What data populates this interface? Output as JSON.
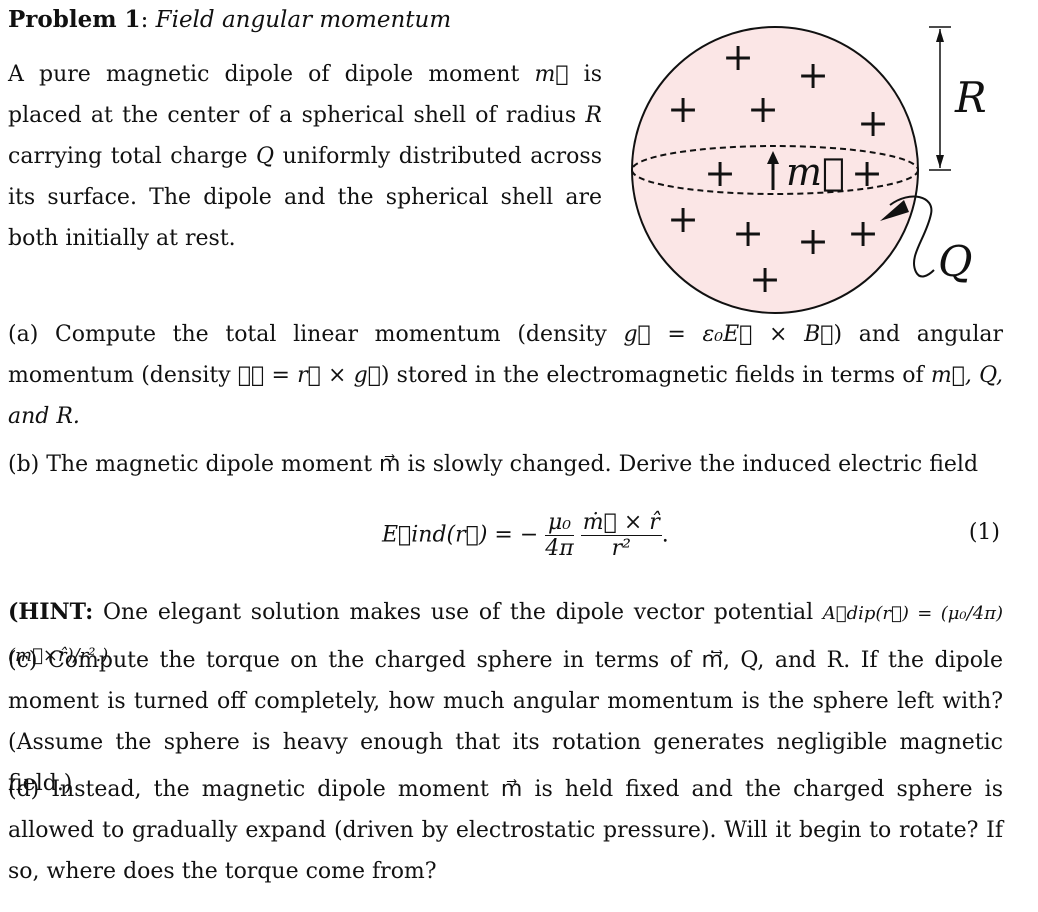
{
  "title": {
    "label": "Problem 1",
    "name": "Field angular momentum"
  },
  "intro": {
    "t1": "A pure magnetic dipole of dipole moment ",
    "m1": "m⃗",
    "t2": " is placed at the center of a spherical shell of radius ",
    "R": "R",
    "t3": " carrying total charge ",
    "Q": "Q",
    "t4": " uniformly distributed across its surface. The dipole and the spherical shell are both initially at rest."
  },
  "figure": {
    "R_label": "R",
    "Q_label": "Q",
    "m_label": "m⃗",
    "plus": "+",
    "colors": {
      "sphere_fill": "#fbe6e6",
      "stroke": "#111111"
    }
  },
  "part_a": {
    "t1": "(a) Compute the total linear momentum (density ",
    "g_def": "g⃗ = ε₀E⃗ × B⃗",
    "t2": ") and angular momentum (density ",
    "l_def": "ℓ⃗ = r⃗ × g⃗",
    "t3": ") stored in the electromagnetic fields in terms of ",
    "vars": "m⃗, Q, and R."
  },
  "part_b": {
    "text": "(b) The magnetic dipole moment m⃗ is slowly changed. Derive the induced electric field"
  },
  "equation": {
    "lhs": "E⃗ind(r⃗) = −",
    "mu": "μ₀",
    "four_pi": "4π",
    "num": "ṁ⃗ × r̂",
    "den": "r²",
    "tag": "(1)"
  },
  "hint": {
    "prefix": "(HINT:",
    "body": " One elegant solution makes use of the dipole vector potential ",
    "formula": "A⃗dip(r⃗) = (μ₀/4π) (m⃗×r̂)/r².)"
  },
  "part_c": {
    "text": "(c) Compute the torque on the charged sphere in terms of ṁ⃗, Q, and R. If the dipole moment is turned off completely, how much angular momentum is the sphere left with? (Assume the sphere is heavy enough that its rotation generates negligible magnetic field.)"
  },
  "part_d": {
    "text": "(d) Instead, the magnetic dipole moment m⃗ is held fixed and the charged sphere is allowed to gradually expand (driven by electrostatic pressure). Will it begin to rotate? If so, where does the torque come from?"
  }
}
